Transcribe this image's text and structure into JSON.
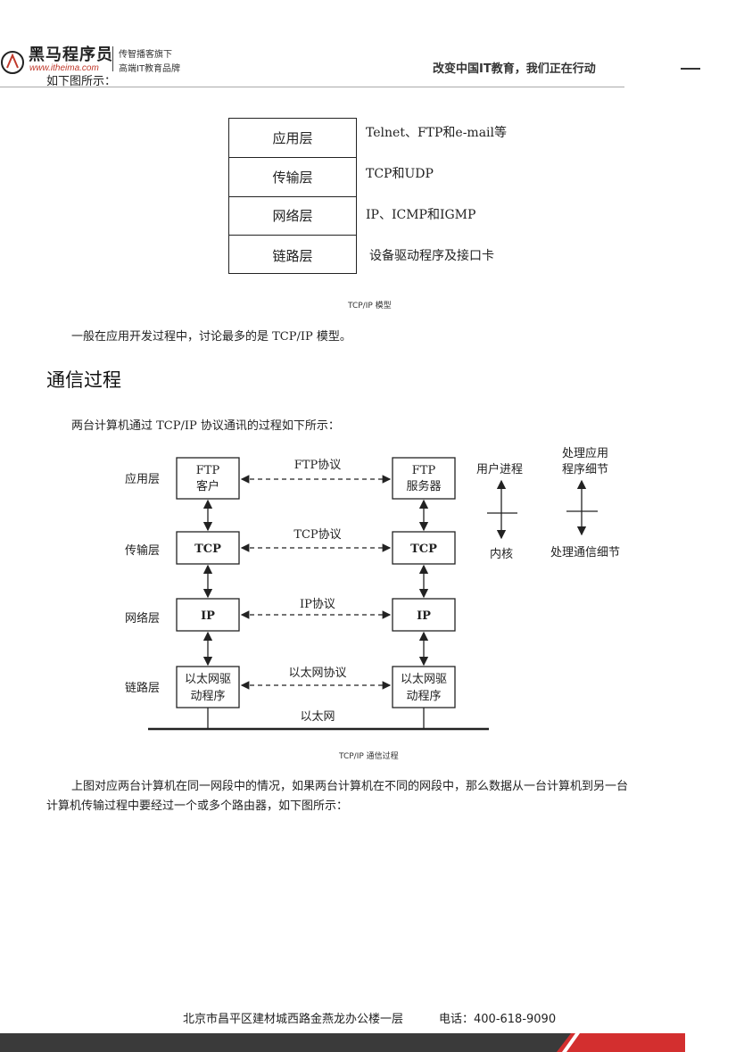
{
  "header": {
    "brand_name": "黑马程序员",
    "brand_url": "www.itheima.com",
    "slogan_line1": "传智播客旗下",
    "slogan_line2": "高端IT教育品牌",
    "motto": "改变中国IT教育，我们正在行动"
  },
  "intro_text": "如下图所示：",
  "layer_table": {
    "layers": [
      {
        "name": "应用层",
        "desc": "Telnet、FTP和e-mail等"
      },
      {
        "name": "传输层",
        "desc": "TCP和UDP"
      },
      {
        "name": "网络层",
        "desc": "IP、ICMP和IGMP"
      },
      {
        "name": "链路层",
        "desc": "设备驱动程序及接口卡"
      }
    ],
    "caption": "TCP/IP 模型"
  },
  "para_after_model": "一般在应用开发过程中，讨论最多的是 TCP/IP 模型。",
  "section_title": "通信过程",
  "section_intro": "两台计算机通过 TCP/IP 协议通讯的过程如下所示：",
  "comm_diagram": {
    "layer_labels": [
      "应用层",
      "传输层",
      "网络层",
      "链路层"
    ],
    "left_boxes": [
      [
        "FTP",
        "客户"
      ],
      [
        "TCP"
      ],
      [
        "IP"
      ],
      [
        "以太网驱",
        "动程序"
      ]
    ],
    "right_boxes": [
      [
        "FTP",
        "服务器"
      ],
      [
        "TCP"
      ],
      [
        "IP"
      ],
      [
        "以太网驱",
        "动程序"
      ]
    ],
    "protocols": [
      "FTP协议",
      "TCP协议",
      "IP协议",
      "以太网协议"
    ],
    "network_label": "以太网",
    "user_process": "用户进程",
    "kernel": "内核",
    "app_detail_line1": "处理应用",
    "app_detail_line2": "程序细节",
    "comm_detail": "处理通信细节",
    "caption": "TCP/IP 通信过程"
  },
  "closing_para_line1": "上图对应两台计算机在同一网段中的情况，如果两台计算机在不同的网段中，那么数据从一台计算机到另一台",
  "closing_para_line2": "计算机传输过程中要经过一个或多个路由器，如下图所示：",
  "footer": {
    "address": "北京市昌平区建材城西路金燕龙办公楼一层",
    "phone": "电话：400-618-9090"
  },
  "colors": {
    "footer_dark": "#3a3a3a",
    "footer_red": "#d32f2f",
    "brand_red": "#c0392b"
  }
}
